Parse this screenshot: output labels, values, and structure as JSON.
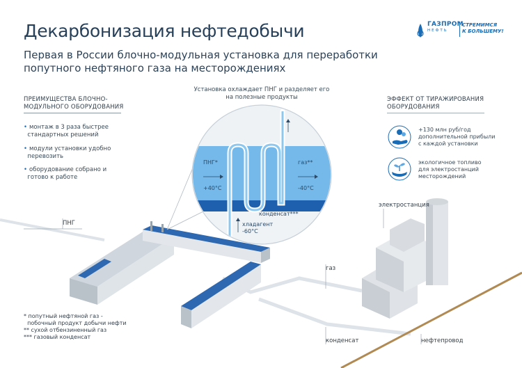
{
  "header": {
    "title": "Декарбонизация нефтедобычи",
    "subtitle": "Первая в России блочно-модульная установка для переработки попутного нефтяного газа на месторождениях",
    "logo_name": "ГАЗПРОМ",
    "logo_sub": "НЕФТЬ",
    "slogan_line1": "СТРЕМИМСЯ",
    "slogan_line2": "К БОЛЬШЕМУ!"
  },
  "advantages": {
    "heading_line1": "ПРЕИМУЩЕСТВА БЛОЧНО-",
    "heading_line2": "МОДУЛЬНОГО ОБОРУДОВАНИЯ",
    "items": [
      {
        "line1": "монтаж в 3 раза быстрее",
        "line2": "стандартных решений"
      },
      {
        "line1": "модули установки удобно",
        "line2": "перевозить"
      },
      {
        "line1": "оборудование собрано и",
        "line2": "готово к работе"
      }
    ]
  },
  "process": {
    "callout_line1": "Установка охлаждает ПНГ и разделяет его",
    "callout_line2": "на полезные продукты",
    "inlet_label": "ПНГ*",
    "inlet_temp": "+40°C",
    "outlet_label": "газ**",
    "outlet_temp": "-40°C",
    "condensate_label": "конденсат***",
    "refrigerant_label": "хладагент",
    "refrigerant_temp": "-60°C"
  },
  "effects": {
    "heading_line1": "ЭФФЕКТ ОТ ТИРАЖИРОВАНИЯ",
    "heading_line2": "ОБОРУДОВАНИЯ",
    "items": [
      {
        "icon": "money-hand-icon",
        "line1": "+130 млн руб/год",
        "line2": "дополнительной прибыли",
        "line3": "с каждой установки"
      },
      {
        "icon": "plant-hands-icon",
        "line1": "экологичное топливо",
        "line2": "для электростанций",
        "line3": "месторождений"
      }
    ]
  },
  "scene": {
    "png_label": "ПНГ",
    "gas_label": "газ",
    "power_station_label": "электростанция",
    "condensate_label": "конденсат",
    "pipeline_label": "нефтепровод"
  },
  "footnotes": {
    "n1_line1": "* попутный нефтяной газ -",
    "n1_line2": "побочный продукт добычи нефти",
    "n2": "** сухой отбензиненный газ",
    "n3": "*** газовый конденсат"
  },
  "colors": {
    "brand_blue": "#1a6cb5",
    "light_blue": "#8fc8ef",
    "dark_blue": "#1e5fae",
    "pipeline_gold": "#b08a52"
  }
}
